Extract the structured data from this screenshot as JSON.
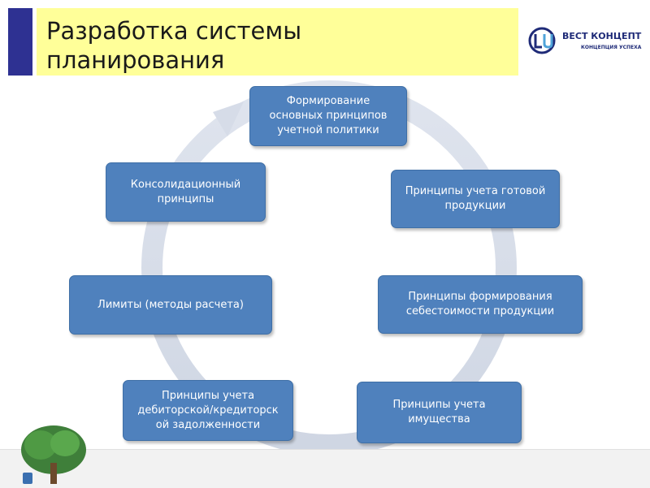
{
  "header": {
    "title": "Разработка системы\nпланирования"
  },
  "logo": {
    "name": "ВЕСТ КОНЦЕПТ",
    "slogan": "КОНЦЕПЦИЯ УСПЕХА",
    "icon": "vest-concept-logo-icon"
  },
  "cycle": {
    "nodes": [
      {
        "label": "Формирование\nосновных принципов\nучетной политики"
      },
      {
        "label": "Принципы учета готовой\nпродукции"
      },
      {
        "label": "Принципы формирования\nсебестоимости продукции"
      },
      {
        "label": "Принципы учета\nимущества"
      },
      {
        "label": "Принципы учета\nдебиторской/кредиторск\nой задолженности"
      },
      {
        "label": "Лимиты (методы расчета)"
      },
      {
        "label": "Консолидационный\nпринципы"
      }
    ]
  },
  "colors": {
    "title_bar": "#2e3192",
    "title_bg": "#ffff99",
    "node_fill": "#4f81bd",
    "ring": "#d6dce8"
  }
}
